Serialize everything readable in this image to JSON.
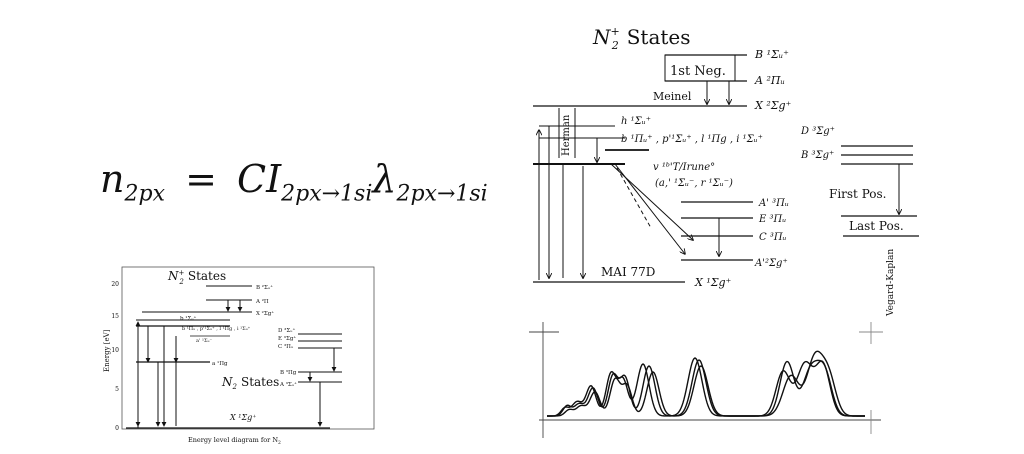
{
  "equation": {
    "lhs_var": "n",
    "lhs_sub": "2px",
    "equals": "=",
    "c": "CI",
    "i_sub": "2px→1si",
    "lambda": "λ",
    "lambda_sub": "2px→1si"
  },
  "small_diagram": {
    "n2plus_title": "N",
    "n2plus_sup": "+",
    "n2plus_sub": "2",
    "n2plus_word": "States",
    "n2_title": "N",
    "n2_sub": "2",
    "n2_word": "States",
    "caption": "Energy level diagram for N",
    "caption_sub": "2",
    "ylabel": "Energy [eV]",
    "yticks": [
      "0",
      "5",
      "10",
      "15",
      "20"
    ],
    "labels": {
      "b_plus": "B ²Σᵤ⁺",
      "a_plus": "A ²Π",
      "x_plus": "X ²Σg⁺",
      "b1": "b ¹Σᵤ⁺",
      "b_pi": "b ¹Πᵤ , p'¹Σᵤ⁺ , l ¹Πg , i ¹Σᵤ⁺",
      "a_sig": "a' ¹Σᵤ⁻",
      "a_pi": "a ¹Πg",
      "d_sig": "D ³Σᵤ⁺",
      "e_sig": "E ³Σg⁺",
      "c_pi": "C ³Πᵤ",
      "b_trip": "B ³Πg",
      "a_trip": "A ³Σᵤ⁺",
      "x_ground": "X ¹Σg⁺"
    }
  },
  "big_diagram": {
    "title": "N",
    "title_sup": "+",
    "title_sub": "2",
    "title_word": "States",
    "first_neg": "1st Neg.",
    "meinel": "Meinel",
    "herman": "Herman",
    "first_pos": "First Pos.",
    "last_pos": "Last Pos.",
    "vegard": "Vegard-Kaplan",
    "mai": "MAI 77D",
    "level_B_plus": "B ¹Σᵤ⁺",
    "level_A_plus": "A ²Πᵤ",
    "level_X_plus": "X ²Σg⁺",
    "level_h": "h ¹Σᵤ⁺",
    "level_b_list": "b ¹Πᵤ⁺ , p'¹Σᵤ⁺ , l ¹Πg , i ¹Σᵤ⁺",
    "level_v": "v ¹ᵇ'T/Irune°",
    "level_a_paren": "(a,' ¹Σᵤ⁻, r ¹Σᵤ⁻)",
    "level_A_trip": "A' ³Πᵤ",
    "level_E": "E ³Πᵤ",
    "level_C": "C ³Πᵤ",
    "level_Aprime": "A'²Σg⁺",
    "level_X_ground": "X ¹Σg⁺",
    "level_D": "D ³Σg⁺",
    "level_Btrip": "B ³Σg⁺"
  },
  "spectrum": {
    "type": "line",
    "series_count": 3
  }
}
